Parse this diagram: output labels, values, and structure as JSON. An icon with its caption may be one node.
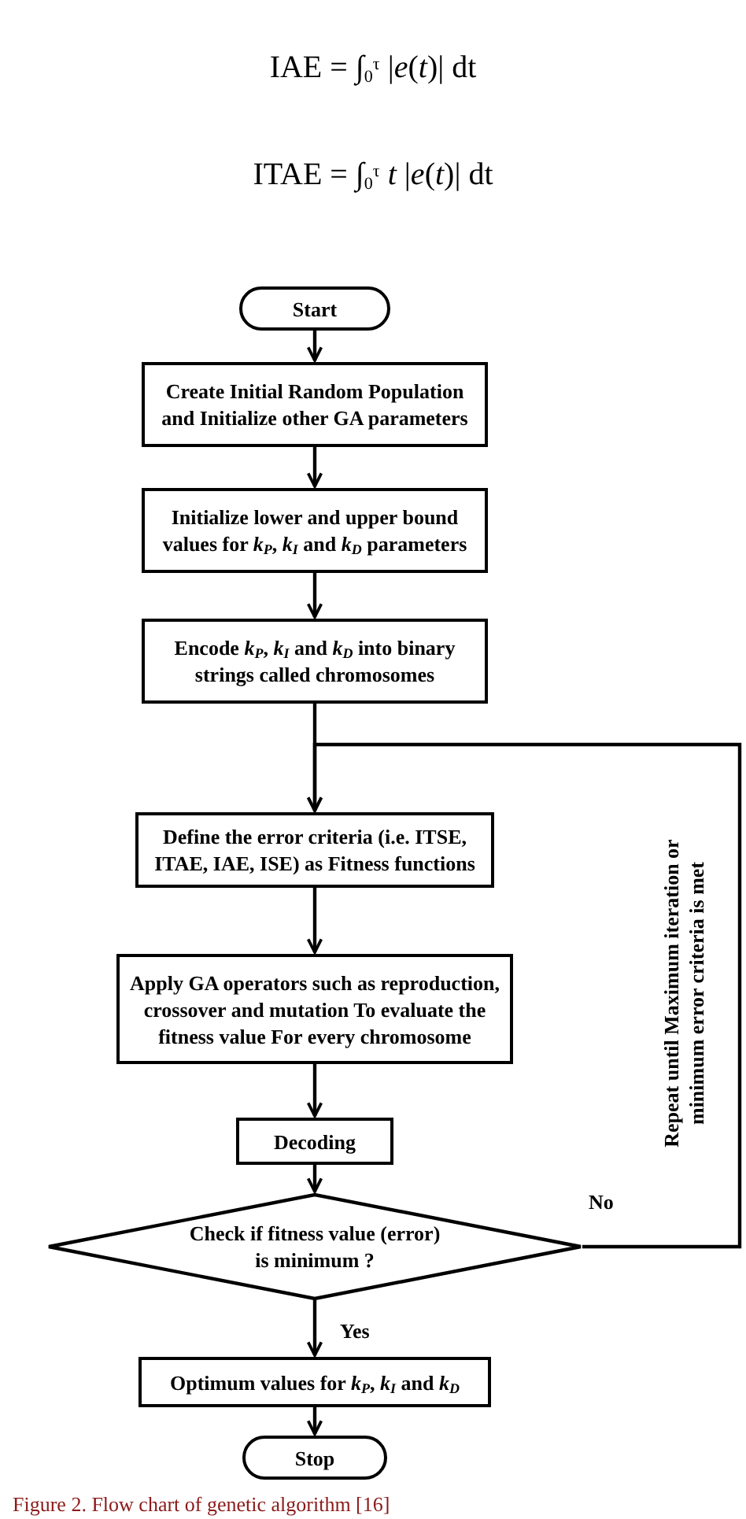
{
  "diagram": {
    "caption": "Figure 2. Flow chart of genetic algorithm [16]",
    "nodes": [
      {
        "text": [
          "Start"
        ]
      },
      {
        "text": [
          "Create Initial Random Population and Initialize other GA parameters"
        ]
      },
      {
        "text": [
          "Initialize lower and upper bound values for *k*$_{P}$, *k*$_{I}$ and *k*$_{D}$ parameters"
        ]
      },
      {
        "text": [
          "Encode *k*$_{P}$, *k*$_{I}$ and *k*$_{D}$ into binary strings called chromosomes"
        ]
      },
      {
        "text": [
          "Define the error criteria (i.e. ITSE, ITAE, IAE, ISE) as Fitness functions"
        ]
      },
      {
        "text": [
          "Apply GA operators such as reproduction, crossover and mutation To evaluate the fitness value For every chromosome"
        ]
      },
      {
        "text": [
          "Decoding"
        ]
      },
      {
        "text": [
          "Check if fitness value (error) is minimum ?"
        ]
      },
      {
        "text": [
          "Optimum values for *k*$_{P}$, *k*$_{I}$ and *k*$_{D}$"
        ]
      },
      {
        "text": [
          "Stop"
        ]
      }
    ],
    "edges": [
      {
        "from": 0,
        "to": 1,
        "arrow": "to"
      },
      {
        "from": 1,
        "to": 2,
        "arrow": "to"
      },
      {
        "from": 2,
        "to": 3,
        "arrow": "to"
      },
      {
        "from": 3,
        "to": 4,
        "arrow": "to"
      },
      {
        "from": 4,
        "to": 5,
        "arrow": "to"
      },
      {
        "from": 5,
        "to": 6,
        "arrow": "to"
      },
      {
        "from": 6,
        "to": 7,
        "arrow": "to"
      },
      {
        "from": 7,
        "to": 8,
        "label": "Yes",
        "arrow": "to"
      },
      {
        "from": 8,
        "to": 9,
        "arrow": "to"
      },
      {
        "from": 7,
        "to": 4,
        "label": "No",
        "arrow": "to"
      }
    ],
    "labels": [
      "IAE = ∫$_{0}$$^{τ}$ |*e*(*t*)| dt",
      "ITAE = ∫$_{0}$$^{τ}$ *t* |*e*(*t*)| dt",
      "Repeat until Maximum iteration or minimum error criteria is met"
    ]
  }
}
